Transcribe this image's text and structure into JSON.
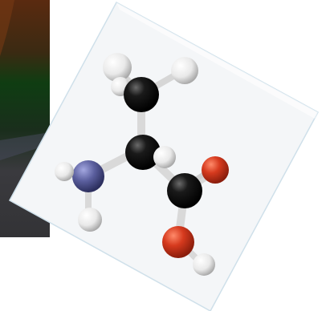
{
  "scene": {
    "background_photo": {
      "colors": {
        "top": "#5a2a10",
        "middle": "#0f3d12",
        "bottom": "#3a3a3e"
      }
    },
    "card": {
      "color": "#f4f6f8",
      "border": "#cfe0ea"
    },
    "molecule": {
      "atoms": [
        {
          "element": "H",
          "color": "#f2f2f2"
        },
        {
          "element": "H",
          "color": "#f2f2f2"
        },
        {
          "element": "H",
          "color": "#f2f2f2"
        },
        {
          "element": "C",
          "color": "#111111"
        },
        {
          "element": "C",
          "color": "#111111"
        },
        {
          "element": "H",
          "color": "#f2f2f2"
        },
        {
          "element": "N",
          "color": "#5b5f9e"
        },
        {
          "element": "H",
          "color": "#f2f2f2"
        },
        {
          "element": "C",
          "color": "#111111"
        },
        {
          "element": "O",
          "color": "#c8341c"
        },
        {
          "element": "O",
          "color": "#c8341c"
        },
        {
          "element": "H",
          "color": "#f2f2f2"
        }
      ]
    }
  }
}
